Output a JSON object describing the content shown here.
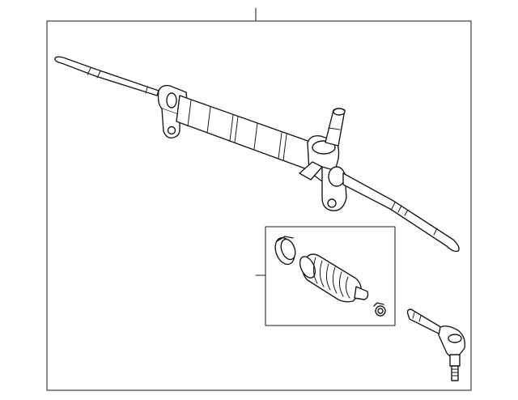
{
  "diagram": {
    "style": "exploded parts line drawing",
    "line_color": "#1a1a1a",
    "background": "#ffffff",
    "parts": [
      {
        "name": "steering-gear-assembly"
      },
      {
        "name": "boot-kit"
      },
      {
        "name": "boot-clamp-large"
      },
      {
        "name": "inner-tie-rod-boot"
      },
      {
        "name": "boot-clamp-small"
      },
      {
        "name": "outer-tie-rod-end"
      }
    ]
  }
}
